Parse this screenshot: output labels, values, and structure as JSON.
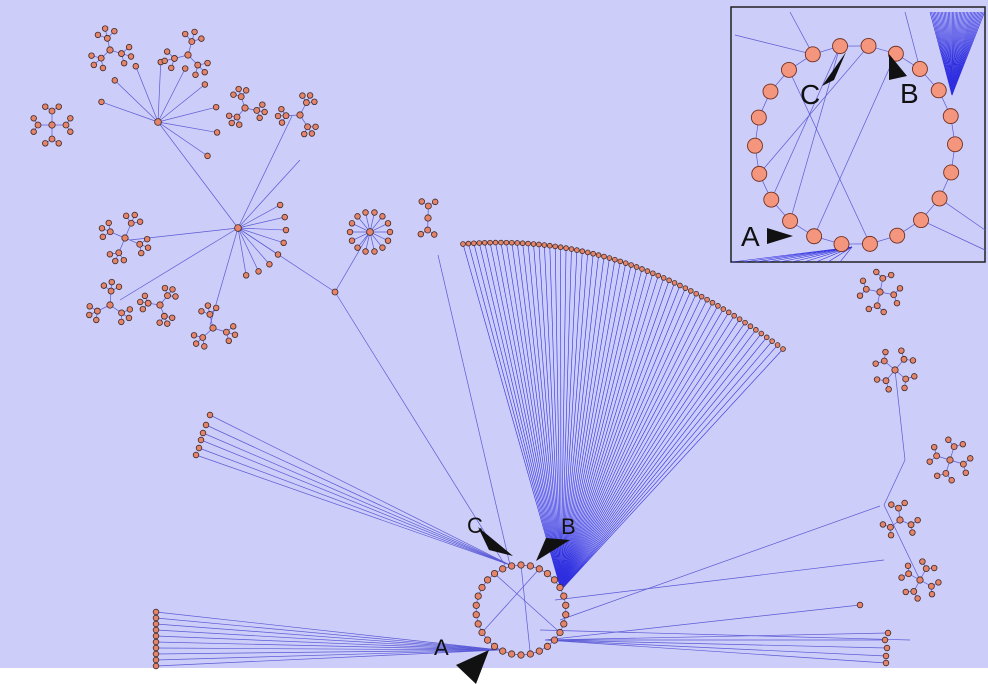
{
  "figure": {
    "main_markers": [
      {
        "label": "C"
      },
      {
        "label": "B"
      },
      {
        "label": "A"
      }
    ],
    "inset_markers": [
      {
        "label": "C"
      },
      {
        "label": "B"
      },
      {
        "label": "A"
      }
    ]
  },
  "colors": {
    "background": "#cdcdf9",
    "edge": "#5a5ad6",
    "dense_edge": "#2f2fe0",
    "node_fill": "#e5836b",
    "inset_node_fill": "#f4957e",
    "marker": "#111111"
  }
}
